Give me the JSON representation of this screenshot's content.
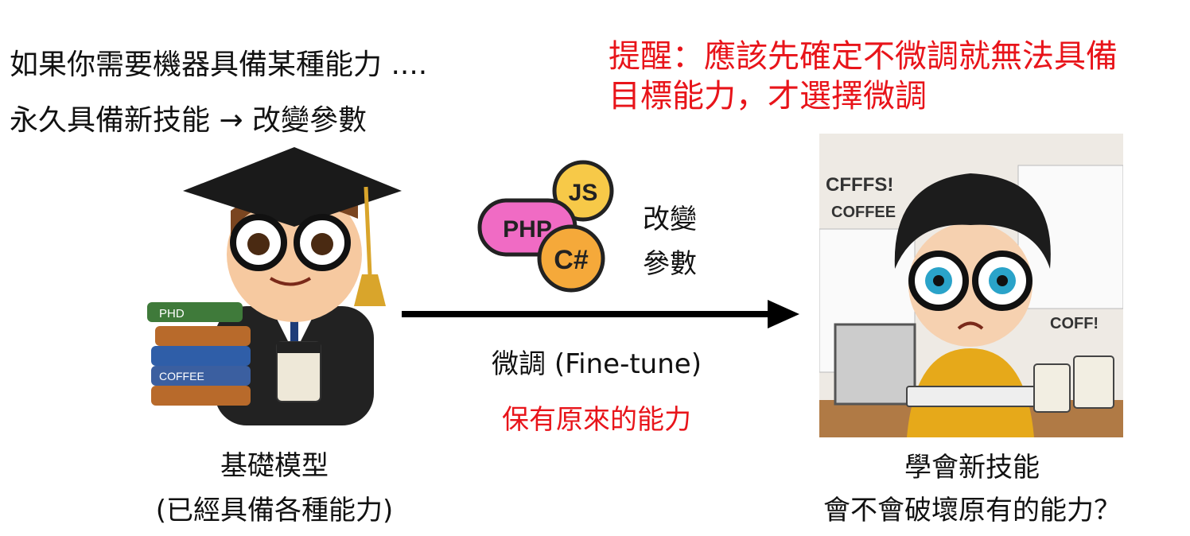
{
  "intro": {
    "line1": "如果你需要機器具備某種能力 ....",
    "line2": "永久具備新技能 → 改變參數"
  },
  "reminder": {
    "line1": "提醒：應該先確定不微調就無法具備",
    "line2": "目標能力，才選擇微調"
  },
  "base_model": {
    "title": "基礎模型",
    "subtitle": "(已經具備各種能力)",
    "book_labels": [
      "PHD",
      "COFFEE"
    ]
  },
  "process": {
    "icons": [
      "JS",
      "PHP",
      "C#"
    ],
    "change_params_line1": "改變",
    "change_params_line2": "參數",
    "arrow_label": "微調 (Fine-tune)",
    "keep_label": "保有原來的能力"
  },
  "new_model": {
    "title": "學會新技能",
    "question": "會不會破壞原有的能力？",
    "scribbles": [
      "CFFFS!",
      "COFFEE",
      "COFF!"
    ]
  },
  "colors": {
    "red": "#e8141a",
    "js": "#f7c948",
    "php": "#f06bc4",
    "csharp": "#f5a93a"
  }
}
